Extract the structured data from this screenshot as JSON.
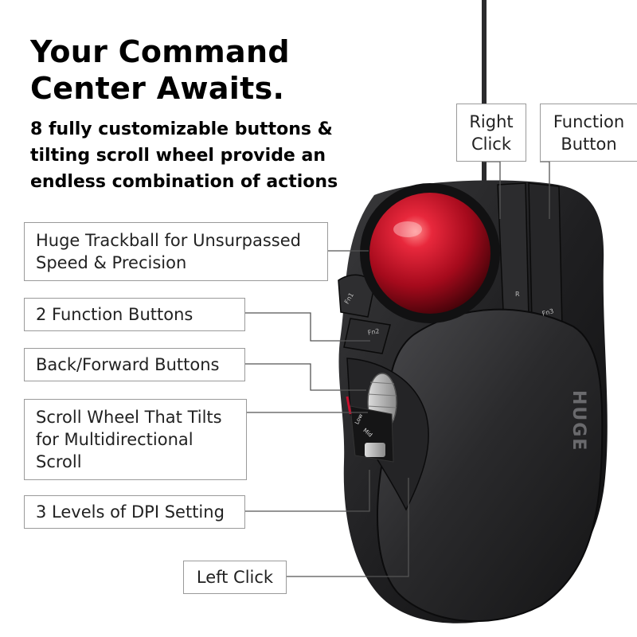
{
  "headline": {
    "line1": "Your Command",
    "line2": "Center Awaits."
  },
  "subhead": {
    "line1": "8 fully customizable buttons &",
    "line2": "tilting scroll wheel provide an",
    "line3": "endless combination of actions"
  },
  "callouts": {
    "right_click": {
      "line1": "Right",
      "line2": "Click"
    },
    "function_button": {
      "line1": "Function",
      "line2": "Button"
    },
    "trackball": {
      "line1": "Huge Trackball for Unsurpassed",
      "line2": "Speed & Precision"
    },
    "function_buttons": "2 Function Buttons",
    "back_forward": "Back/Forward Buttons",
    "scroll_wheel": {
      "line1": "Scroll Wheel That Tilts",
      "line2": "for Multidirectional",
      "line3": "Scroll"
    },
    "dpi": "3 Levels of DPI Setting",
    "left_click": "Left Click"
  },
  "mouse_markings": {
    "fn1": "Fn1",
    "fn2": "Fn2",
    "fn3": "Fn3",
    "r": "R",
    "low": "Low",
    "mid": "Mid",
    "brand": "HUGE"
  },
  "colors": {
    "trackball": "#c8102e",
    "body": "#1c1c1e",
    "callout_border": "#9a9a9a"
  }
}
